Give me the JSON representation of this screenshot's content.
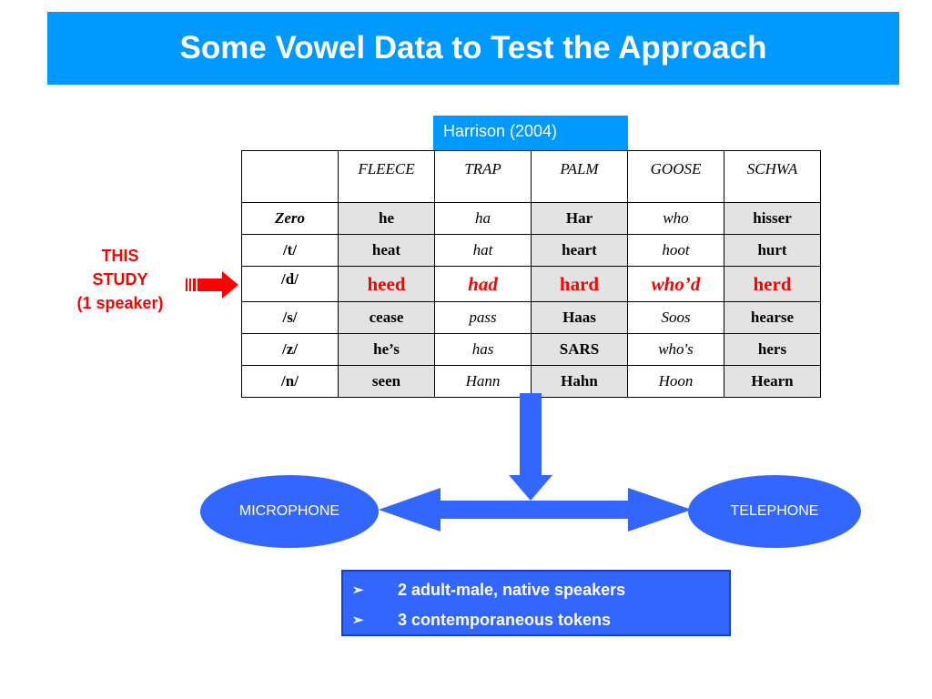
{
  "title": "Some Vowel Data to Test the Approach",
  "source_tab": "Harrison (2004)",
  "table": {
    "headers": [
      "FLEECE",
      "TRAP",
      "PALM",
      "GOOSE",
      "SCHWA"
    ],
    "rows": [
      {
        "label": "Zero",
        "cells": [
          "he",
          "ha",
          "Har",
          "who",
          "hisser"
        ]
      },
      {
        "label": "/t/",
        "cells": [
          "heat",
          "hat",
          "heart",
          "hoot",
          "hurt"
        ]
      },
      {
        "label": "/d/",
        "cells": [
          "heed",
          "had",
          "hard",
          "who’d",
          "herd"
        ]
      },
      {
        "label": "/s/",
        "cells": [
          "cease",
          "pass",
          "Haas",
          "Soos",
          "hearse"
        ]
      },
      {
        "label": "/z/",
        "cells": [
          "he’s",
          "has",
          "SARS",
          "who's",
          "hers"
        ]
      },
      {
        "label": "/n/",
        "cells": [
          "seen",
          "Hann",
          "Hahn",
          "Hoon",
          "Hearn"
        ]
      }
    ]
  },
  "this_study": {
    "line1": "THIS",
    "line2": "STUDY",
    "line3": "(1 speaker)"
  },
  "microphone_label": "MICROPHONE",
  "telephone_label": "TELEPHONE",
  "bullets": [
    {
      "marker": "➢",
      "text": "2 adult-male, native speakers"
    },
    {
      "marker": "➢",
      "text": "3 contemporaneous tokens"
    }
  ],
  "colors": {
    "title_bg": "#0099ff",
    "highlight": "#ff0000",
    "accent_blue": "#3366ff"
  }
}
